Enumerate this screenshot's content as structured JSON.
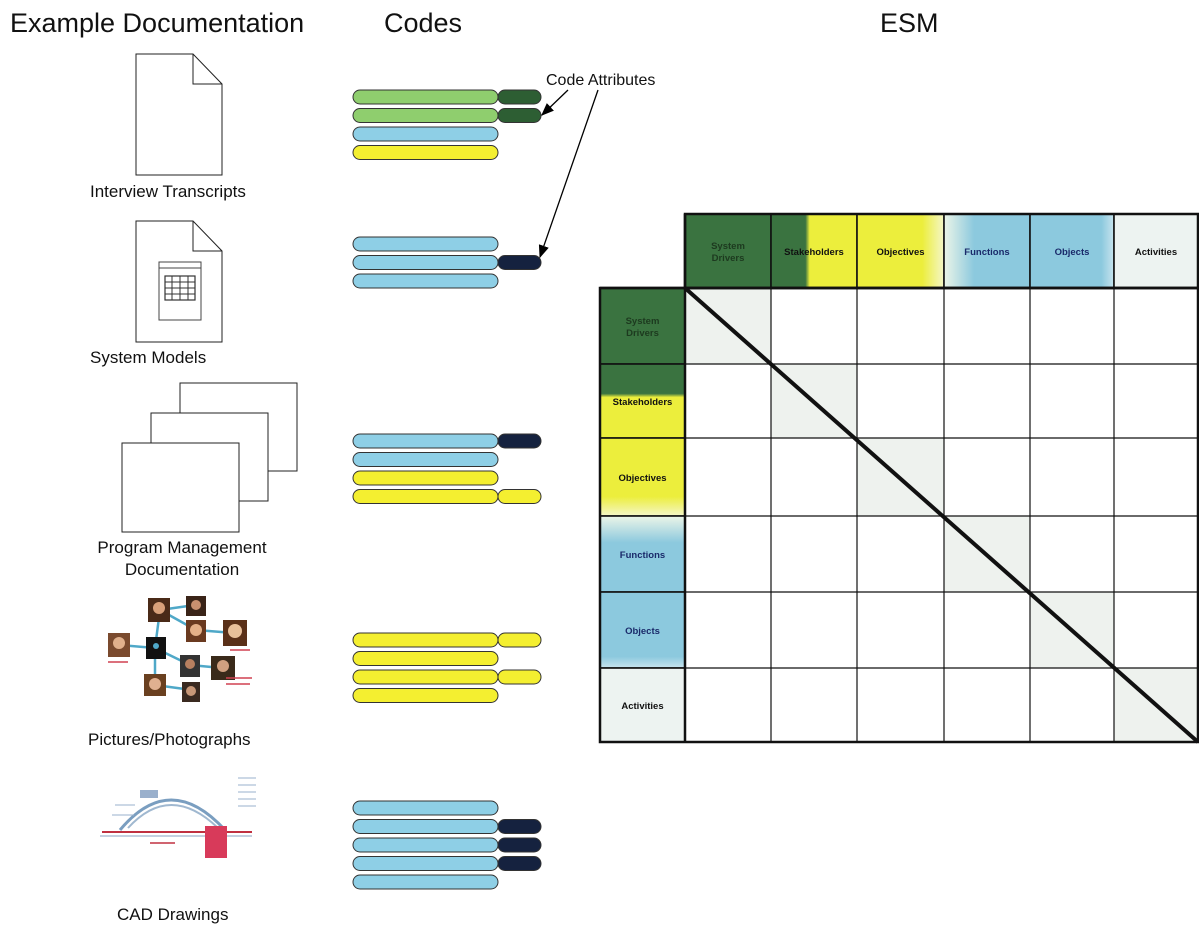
{
  "headers": {
    "documentation": "Example Documentation",
    "codes": "Codes",
    "esm": "ESM"
  },
  "documents": [
    {
      "label": "Interview Transcripts",
      "icon": "document-page-icon"
    },
    {
      "label": "System Models",
      "icon": "spreadsheet-document-icon"
    },
    {
      "label_line1": "Program Management",
      "label_line2": "Documentation",
      "icon": "stacked-pages-icon"
    },
    {
      "label": "Pictures/Photographs",
      "icon": "photo-network-icon"
    },
    {
      "label": "CAD Drawings",
      "icon": "cad-drawing-icon"
    }
  ],
  "code_attributes_label": "Code Attributes",
  "code_groups": [
    [
      {
        "color": "light-green",
        "attr": "dark-green"
      },
      {
        "color": "light-green",
        "attr": "dark-green"
      },
      {
        "color": "blue",
        "attr": null
      },
      {
        "color": "yellow",
        "attr": null
      }
    ],
    [
      {
        "color": "blue",
        "attr": null
      },
      {
        "color": "blue",
        "attr": "navy"
      },
      {
        "color": "blue",
        "attr": null
      }
    ],
    [
      {
        "color": "blue",
        "attr": "navy"
      },
      {
        "color": "blue",
        "attr": null
      },
      {
        "color": "yellow",
        "attr": null
      },
      {
        "color": "yellow",
        "attr": "yellow"
      }
    ],
    [
      {
        "color": "yellow",
        "attr": "yellow"
      },
      {
        "color": "yellow",
        "attr": null
      },
      {
        "color": "yellow",
        "attr": "yellow"
      },
      {
        "color": "yellow",
        "attr": null
      }
    ],
    [
      {
        "color": "blue",
        "attr": null
      },
      {
        "color": "blue",
        "attr": "navy"
      },
      {
        "color": "blue",
        "attr": "navy"
      },
      {
        "color": "blue",
        "attr": "navy"
      },
      {
        "color": "blue",
        "attr": null
      }
    ]
  ],
  "colors": {
    "light-green": "#8fce6e",
    "dark-green": "#2d5e33",
    "blue": "#8ecfe6",
    "navy": "#15223f",
    "yellow": "#f4ef30",
    "esm_green": "#3a7340",
    "esm_yellow": "#ecee3c",
    "esm_blue": "#8cc9de",
    "esm_white": "#edf3f1",
    "grid_line": "#111111"
  },
  "esm": {
    "domains": [
      {
        "col_label_lines": [
          "System",
          "Drivers"
        ],
        "row_label_lines": [
          "System",
          "Drivers"
        ]
      },
      {
        "col_label_lines": [
          "Stakeholders"
        ],
        "row_label_lines": [
          "Stakeholders"
        ]
      },
      {
        "col_label_lines": [
          "Objectives"
        ],
        "row_label_lines": [
          "Objectives"
        ]
      },
      {
        "col_label_lines": [
          "Functions"
        ],
        "row_label_lines": [
          "Functions"
        ]
      },
      {
        "col_label_lines": [
          "Objects"
        ],
        "row_label_lines": [
          "Objects"
        ]
      },
      {
        "col_label_lines": [
          "Activities"
        ],
        "row_label_lines": [
          "Activities"
        ]
      }
    ]
  }
}
